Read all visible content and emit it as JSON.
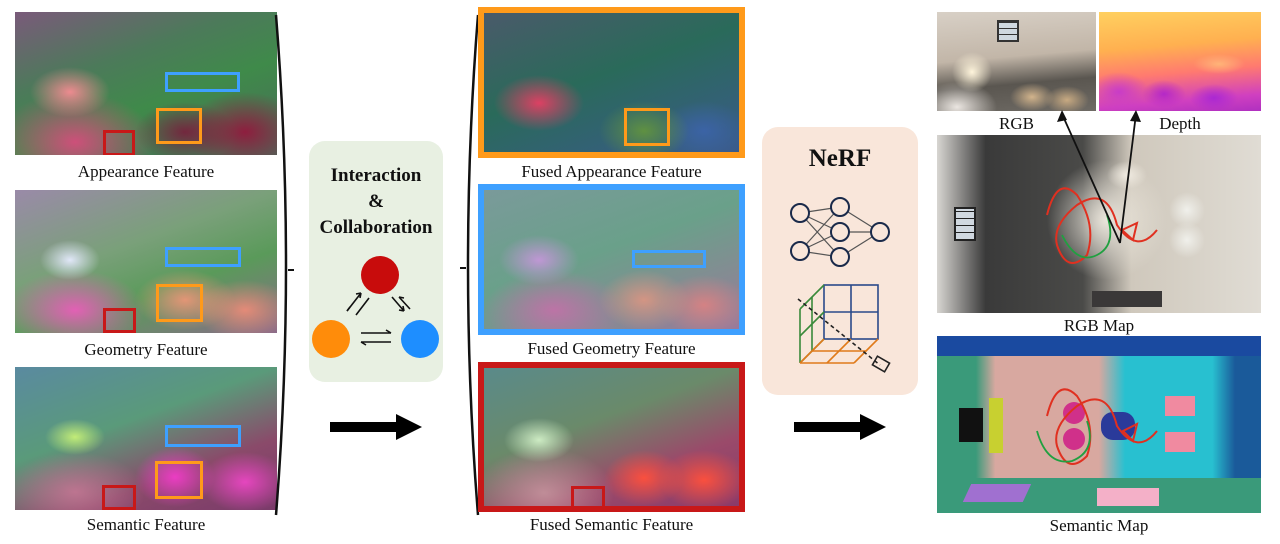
{
  "left_column": {
    "appearance_caption": "Appearance Feature",
    "geometry_caption": "Geometry Feature",
    "semantic_caption": "Semantic Feature"
  },
  "interaction_panel": {
    "title_line1": "Interaction",
    "title_line2": "&",
    "title_line3": "Collaboration"
  },
  "middle_column": {
    "fused_appearance_caption": "Fused Appearance Feature",
    "fused_geometry_caption": "Fused Geometry Feature",
    "fused_semantic_caption": "Fused Semantic Feature"
  },
  "nerf_panel": {
    "title": "NeRF"
  },
  "right_column": {
    "rgb_caption": "RGB",
    "depth_caption": "Depth",
    "rgb_map_caption": "RGB Map",
    "semantic_map_caption": "Semantic Map"
  },
  "colors": {
    "appearance": "#ff9a1a",
    "geometry": "#3ea0ff",
    "semantic": "#c81818",
    "interaction_panel_bg": "#e8f0e2",
    "nerf_panel_bg": "#f9e6da"
  }
}
